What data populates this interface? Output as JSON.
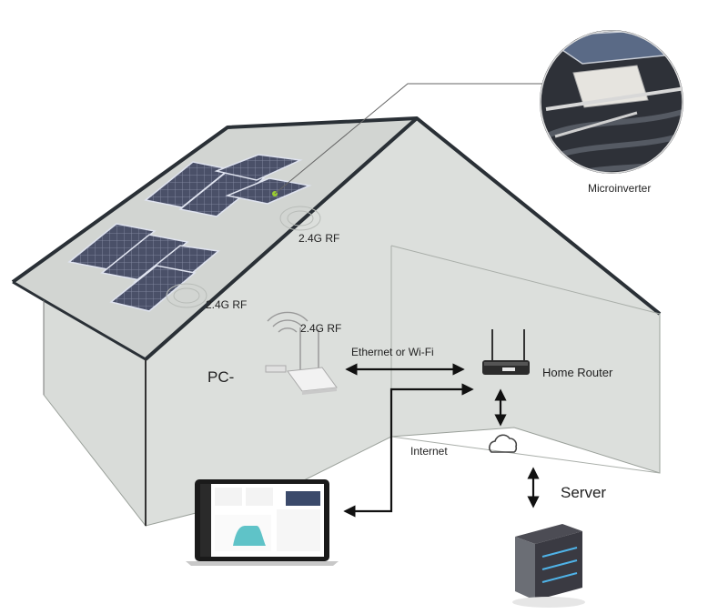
{
  "labels": {
    "microinverter": "Microinverter",
    "rf_roof": "2.4G RF",
    "rf_left": "2.4G RF",
    "rf_gateway": "2.4G RF",
    "ethernet_wifi": "Ethernet or Wi-Fi",
    "home_router": "Home Router",
    "pc": "PC-",
    "internet": "Internet",
    "server": "Server"
  },
  "colors": {
    "house_fill": "#d9dcd9",
    "roof_edge": "#2a3036",
    "solar_panel": "#4a5068",
    "monitor_chart": "#5fc3c8",
    "arrow": "#111111"
  },
  "icons": [
    "solar-panel-icon",
    "microinverter-photo",
    "gateway-device-icon",
    "router-icon",
    "cloud-icon",
    "laptop-icon",
    "server-icon",
    "wifi-signal-icon"
  ]
}
